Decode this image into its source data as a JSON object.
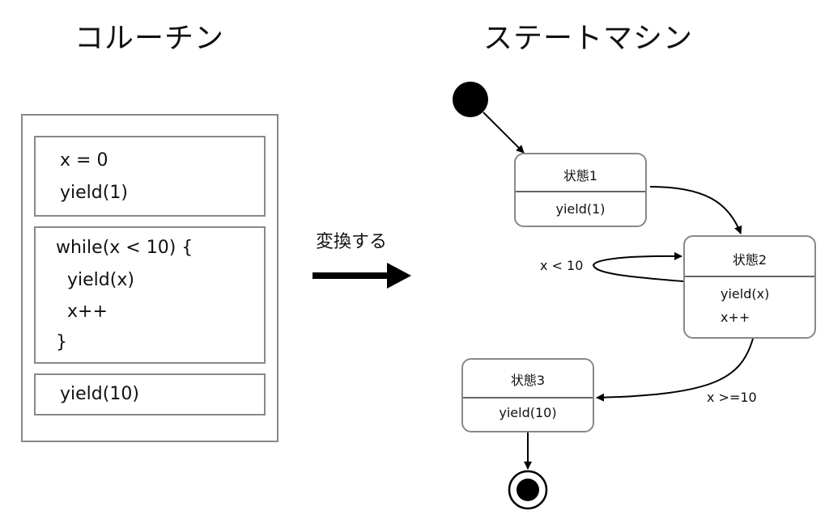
{
  "titles": {
    "coroutine": "コルーチン",
    "state_machine": "ステートマシン"
  },
  "coroutine": {
    "block1": [
      "x = 0",
      "yield(1)"
    ],
    "block2": [
      "while(x < 10) {",
      "  yield(x)",
      "  x++",
      "}"
    ],
    "block3": [
      "yield(10)"
    ]
  },
  "arrow_label": "変換する",
  "states": [
    {
      "name": "状態1",
      "actions": [
        "yield(1)"
      ]
    },
    {
      "name": "状態2",
      "actions": [
        "yield(x)",
        "x++"
      ]
    },
    {
      "name": "状態3",
      "actions": [
        "yield(10)"
      ]
    }
  ],
  "transitions": {
    "loop_condition": "x < 10",
    "exit_condition": "x >=10"
  },
  "colors": {
    "border": "#888888",
    "arrow": "#000000",
    "text": "#111111"
  }
}
